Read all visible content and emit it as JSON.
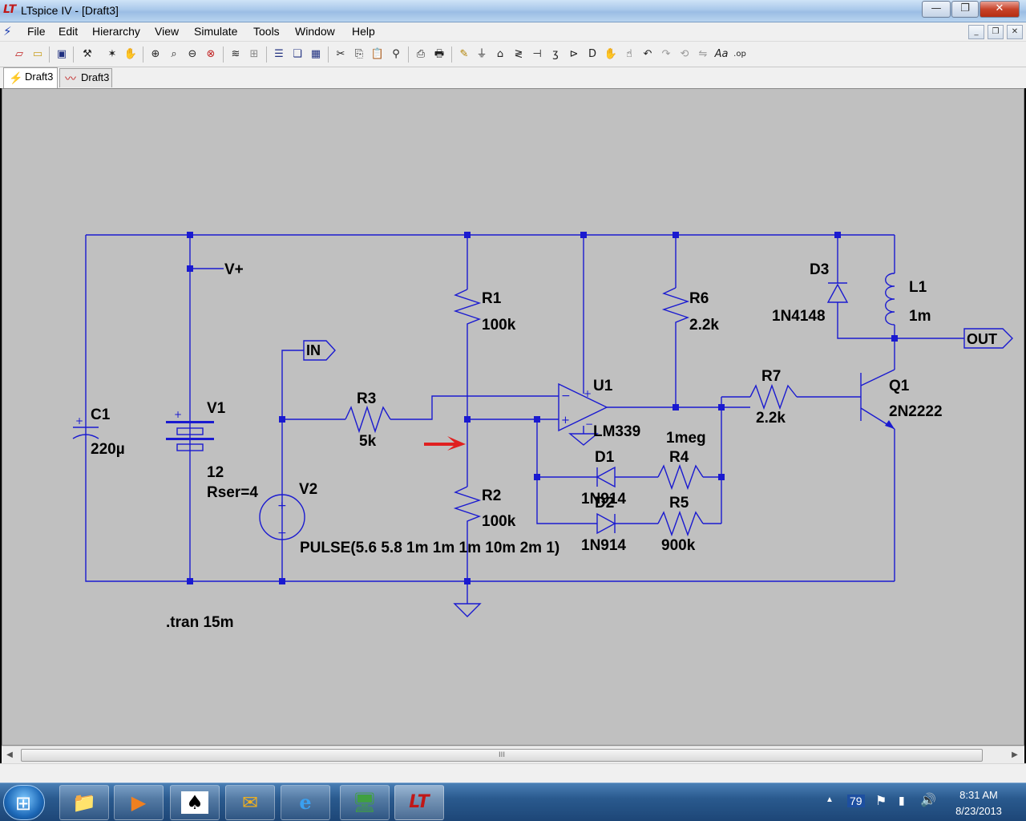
{
  "window": {
    "title": "LTspice IV - [Draft3]",
    "controls": {
      "minimize": "—",
      "maximize": "❐",
      "close": "✕"
    }
  },
  "menu": {
    "items": [
      "File",
      "Edit",
      "Hierarchy",
      "View",
      "Simulate",
      "Tools",
      "Window",
      "Help"
    ],
    "mdi": {
      "minimize": "_",
      "restore": "❐",
      "close": "✕"
    }
  },
  "toolbar": {
    "icons": [
      "new-schematic-icon",
      "open-icon",
      "save-icon",
      "control-panel-icon",
      "run-icon",
      "halt-icon",
      "zoom-in-icon",
      "zoom-area-icon",
      "zoom-out-icon",
      "zoom-fit-icon",
      "autorange-icon",
      "grid-icon",
      "tile-horizontal-icon",
      "cascade-icon",
      "tile-vertical-icon",
      "cut-icon",
      "copy-icon",
      "paste-icon",
      "find-icon",
      "print-preview-icon",
      "print-icon",
      "draw-wire-icon",
      "ground-icon",
      "label-net-icon",
      "resistor-icon",
      "capacitor-icon",
      "inductor-icon",
      "diode-icon",
      "component-icon",
      "move-icon",
      "drag-icon",
      "undo-icon",
      "redo-icon",
      "rotate-icon",
      "mirror-icon",
      "text-icon",
      "spice-directive-icon"
    ]
  },
  "tabs": [
    {
      "label": "Draft3",
      "icon": "schematic-icon",
      "active": true
    },
    {
      "label": "Draft3",
      "icon": "waveform-icon",
      "active": false
    }
  ],
  "schematic": {
    "labels": {
      "vplus": "V+",
      "in": "IN",
      "out": "OUT",
      "c1_name": "C1",
      "c1_value": "220µ",
      "v1_name": "V1",
      "v1_value": "12",
      "v1_rser": "Rser=4",
      "v2_name": "V2",
      "v2_value": "PULSE(5.6 5.8 1m 1m 1m 10m 2m 1)",
      "r1_name": "R1",
      "r1_value": "100k",
      "r2_name": "R2",
      "r2_value": "100k",
      "r3_name": "R3",
      "r3_value": "5k",
      "r4_name": "R4",
      "r4_value": "1meg",
      "r5_name": "R5",
      "r5_value": "900k",
      "r6_name": "R6",
      "r6_value": "2.2k",
      "r7_name": "R7",
      "r7_value": "2.2k",
      "u1_name": "U1",
      "u1_value": "LM339",
      "d1_name": "D1",
      "d1_value": "1N914",
      "d2_name": "D2",
      "d2_value": "1N914",
      "d3_name": "D3",
      "d3_value": "1N4148",
      "l1_name": "L1",
      "l1_value": "1m",
      "q1_name": "Q1",
      "q1_value": "2N2222",
      "directive": ".tran 15m",
      "plus": "+",
      "minus": "−"
    },
    "colors": {
      "wire": "#1a1ad0",
      "background": "#c0c0c0",
      "cursor": "#e02020"
    }
  },
  "scrollbar": {
    "left": "◀",
    "right": "▶",
    "grip": "III"
  },
  "taskbar": {
    "start_glyph": "⊞",
    "apps": [
      {
        "name": "explorer",
        "glyph": "📁"
      },
      {
        "name": "media-player",
        "glyph": "▶"
      },
      {
        "name": "solitaire",
        "glyph": "♠"
      },
      {
        "name": "outlook",
        "glyph": "✉"
      },
      {
        "name": "internet-explorer",
        "glyph": "e"
      },
      {
        "name": "remote-desktop",
        "glyph": "🖥"
      },
      {
        "name": "ltspice",
        "glyph": "LT"
      }
    ],
    "tray": {
      "show_hidden": "▲",
      "badge": "79",
      "flag": "⚑",
      "signal": "▮",
      "volume": "🔊"
    },
    "time": "8:31 AM",
    "date": "8/23/2013"
  }
}
